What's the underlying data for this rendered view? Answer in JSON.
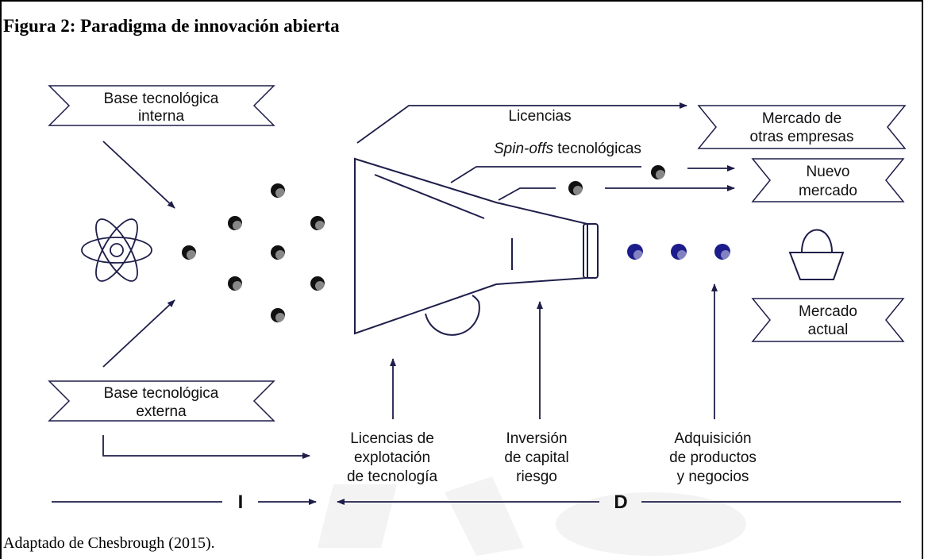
{
  "figure": {
    "title": "Figura 2: Paradigma de innovación abierta",
    "caption": "Adaptado de Chesbrough (2015)."
  },
  "nodes": {
    "internal_base": [
      "Base tecnológica",
      "interna"
    ],
    "external_base": [
      "Base tecnológica",
      "externa"
    ],
    "other_companies_market": [
      "Mercado de",
      "otras empresas"
    ],
    "new_market": [
      "Nuevo",
      "mercado"
    ],
    "current_market": [
      "Mercado",
      "actual"
    ]
  },
  "flows": {
    "licencias": "Licencias",
    "spin_offs_italic": "Spin-offs",
    "spin_offs_rest": " tecnológicas"
  },
  "inputs": {
    "licencias_explotacion": [
      "Licencias de",
      "explotación",
      "de tecnología"
    ],
    "inversion_capital": [
      "Inversión",
      "de capital",
      "riesgo"
    ],
    "adquisicion": [
      "Adquisición",
      "de productos",
      "y negocios"
    ]
  },
  "axis": {
    "left_label": "I",
    "right_label": "D"
  },
  "colors": {
    "line": "#1e1e4a",
    "dot_black": "#111111",
    "dot_blue": "#1c1c8c",
    "watermark": "#f3f3f3"
  },
  "icons": [
    "atom-icon",
    "basket-icon",
    "funnel-icon",
    "arrow-icon"
  ]
}
